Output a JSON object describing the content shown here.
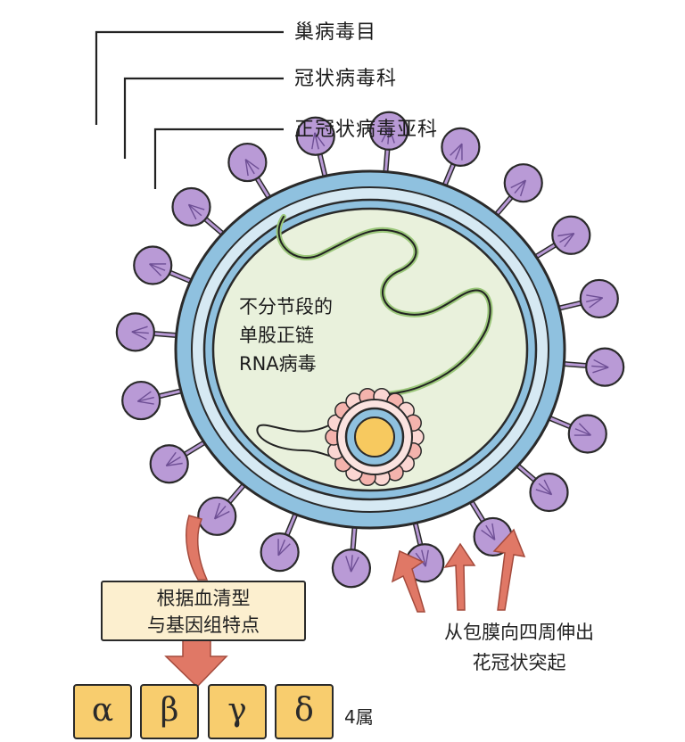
{
  "taxonomy": {
    "order": "巢病毒目",
    "family": "冠状病毒科",
    "subfamily": "正冠状病毒亚科"
  },
  "genome": {
    "line1": "不分节段的",
    "line2": "单股正链",
    "line3": "RNA病毒"
  },
  "classification_box": {
    "line1": "根据血清型",
    "line2": "与基因组特点"
  },
  "genera": [
    "α",
    "β",
    "γ",
    "δ"
  ],
  "genus_count": "4属",
  "spikes": {
    "line1": "从包膜向四周伸出",
    "line2": "花冠状突起"
  },
  "colors": {
    "spike": "#b99ad6",
    "membrane": "#8fc1df",
    "interior": "#e9f1dc",
    "arrow": "#e07866",
    "box": "#fcefcf",
    "genus": "#f8cd6e"
  }
}
